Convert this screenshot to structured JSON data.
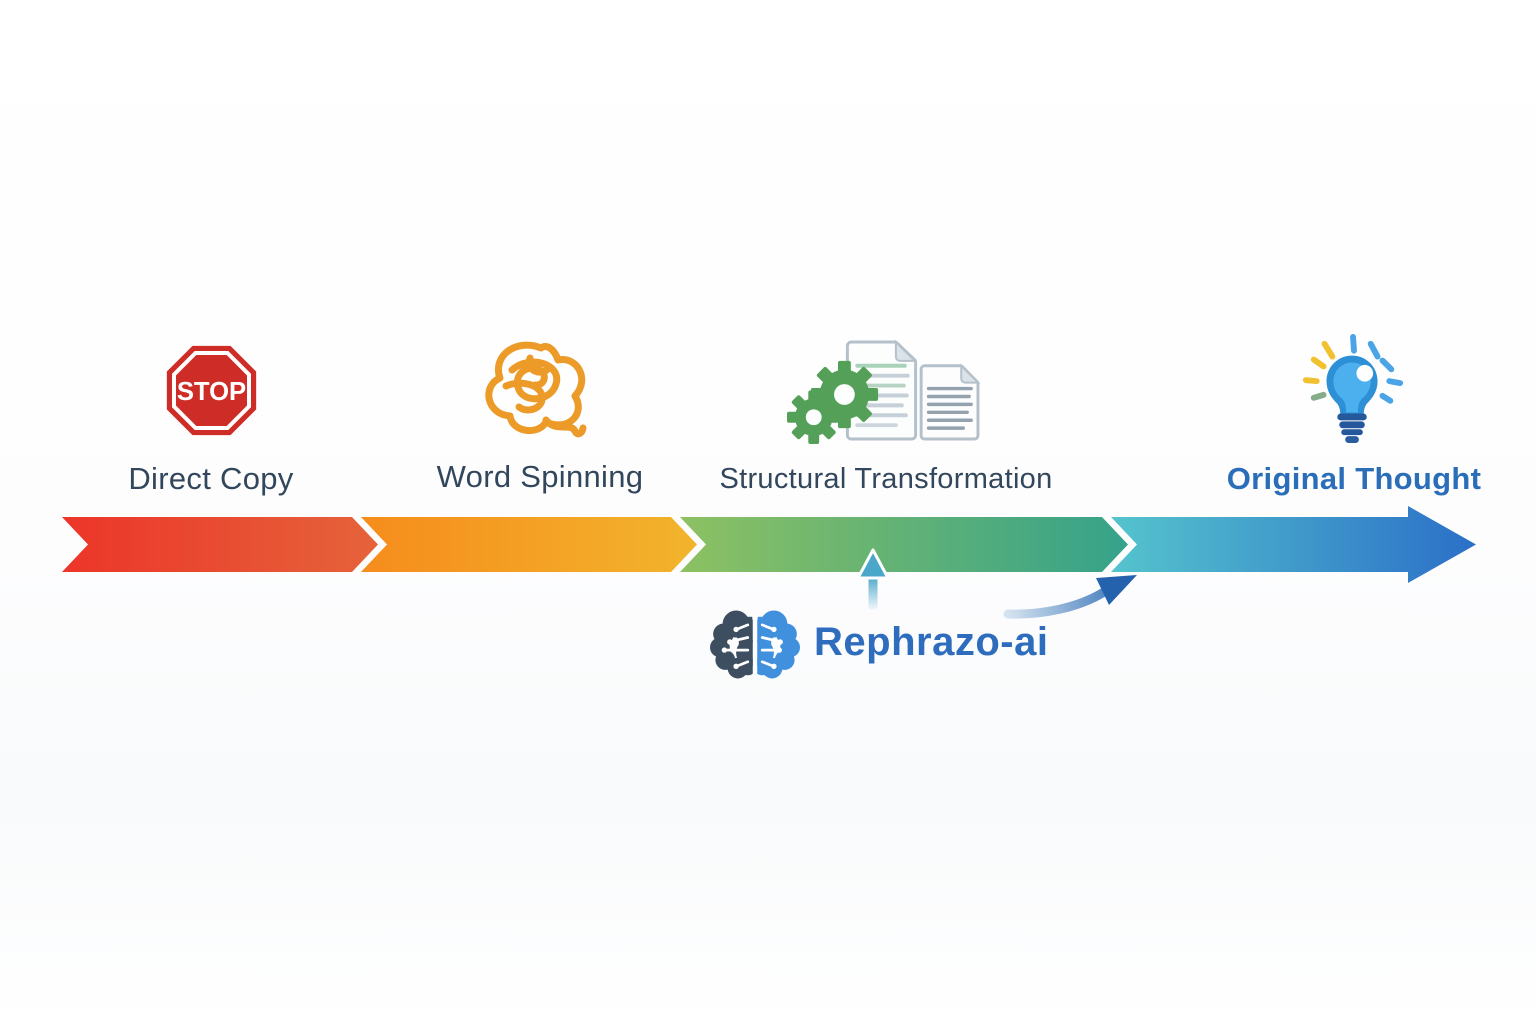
{
  "diagram": {
    "description_kind": "plagiarism-to-originality spectrum infographic"
  },
  "stages": [
    {
      "label": "Direct Copy",
      "icon": "stop-sign-icon",
      "label_color": "#33475c",
      "segment": {
        "from": "#ec3529",
        "to": "#e5633a"
      }
    },
    {
      "label": "Word Spinning",
      "icon": "tangled-scribble-icon",
      "label_color": "#33475c",
      "segment": {
        "from": "#f68c1c",
        "to": "#f2b42c"
      }
    },
    {
      "label": "Structural Transformation",
      "icon": "gears-documents-icon",
      "label_color": "#33475c",
      "segment": {
        "from": "#8dc162",
        "to": "#35a28a"
      }
    },
    {
      "label": "Original Thought",
      "icon": "lightbulb-icon",
      "label_color": "#2a6db8",
      "segment": {
        "from": "#55c4cd",
        "to": "#2b6fc8"
      }
    }
  ],
  "stop_sign": {
    "text": "STOP",
    "color": "#ce2d27"
  },
  "brand": {
    "name": "Rephrazo-ai",
    "color": "#2e6cbe",
    "icon": "brain-circuit-icon"
  },
  "arrows": {
    "pointer_color": "#4ba7c9",
    "curved_color": "#2462ae"
  },
  "icon_colors": {
    "scribble": "#ec9b28",
    "gear": "#55a058",
    "bulb_outer": "#2d8fd6",
    "bulb_inner": "#4cb0ef",
    "brain_left": "#3d4e61",
    "brain_right": "#4190dd"
  }
}
